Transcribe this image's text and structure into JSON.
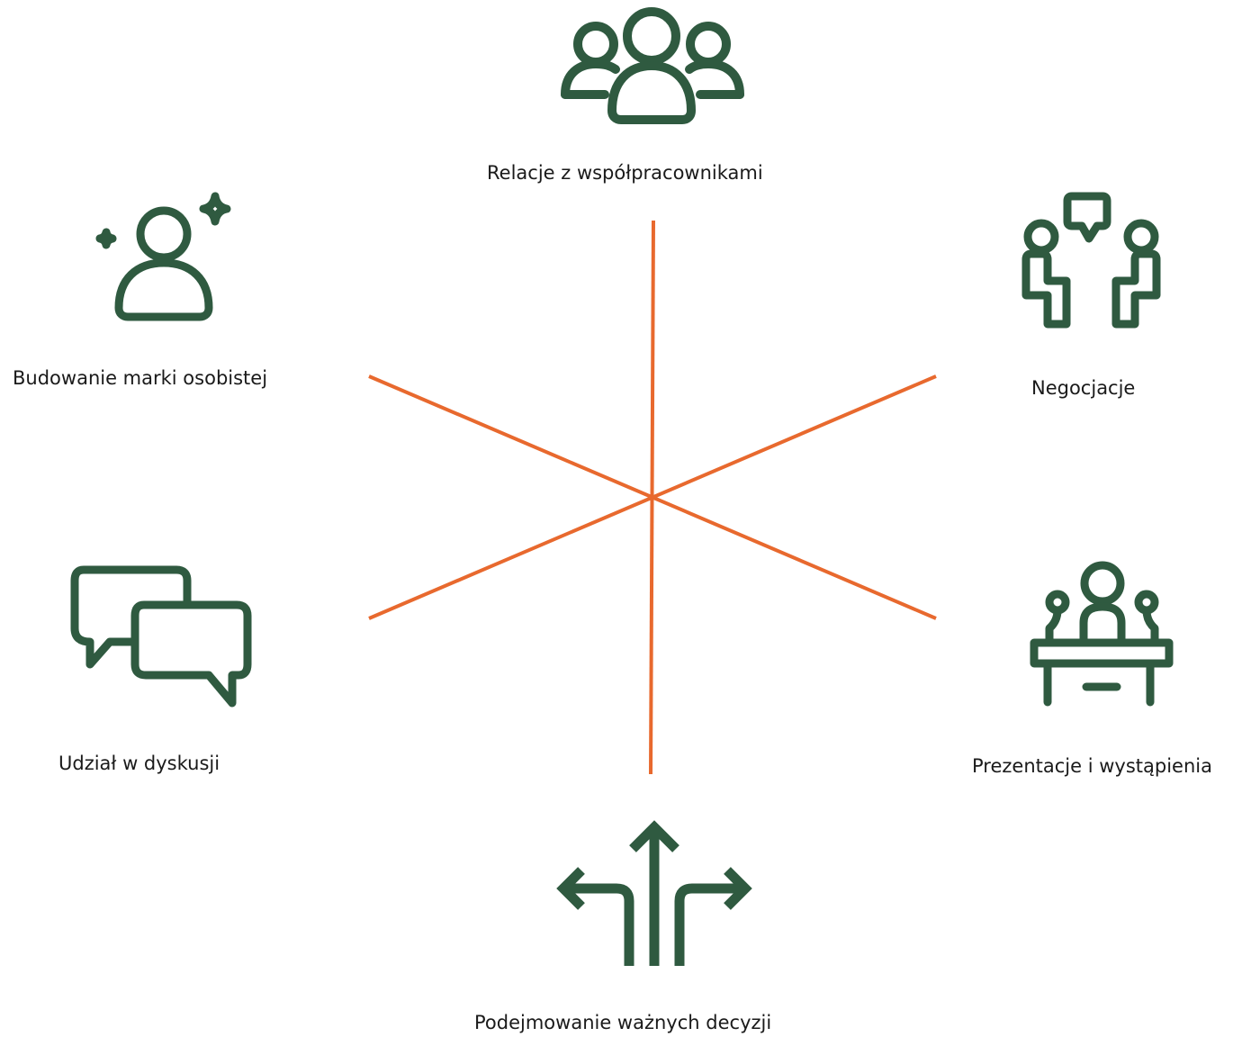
{
  "diagram": {
    "colors": {
      "icon": "#2f5a40",
      "spokes": "#e8692e",
      "text": "#1a1a1a"
    },
    "items": [
      {
        "id": "colleagues",
        "label": "Relacje z współpracownikami",
        "icon": "group-people-icon"
      },
      {
        "id": "negotiation",
        "label": "Negocjacje",
        "icon": "negotiation-icon"
      },
      {
        "id": "presentation",
        "label": "Prezentacje i wystąpienia",
        "icon": "presentation-desk-icon"
      },
      {
        "id": "decisions",
        "label": "Podejmowanie ważnych decyzji",
        "icon": "branching-arrows-icon"
      },
      {
        "id": "discussion",
        "label": "Udział w dyskusji",
        "icon": "chat-bubbles-icon"
      },
      {
        "id": "branding",
        "label": "Budowanie marki osobistej",
        "icon": "person-sparkle-icon"
      }
    ]
  }
}
